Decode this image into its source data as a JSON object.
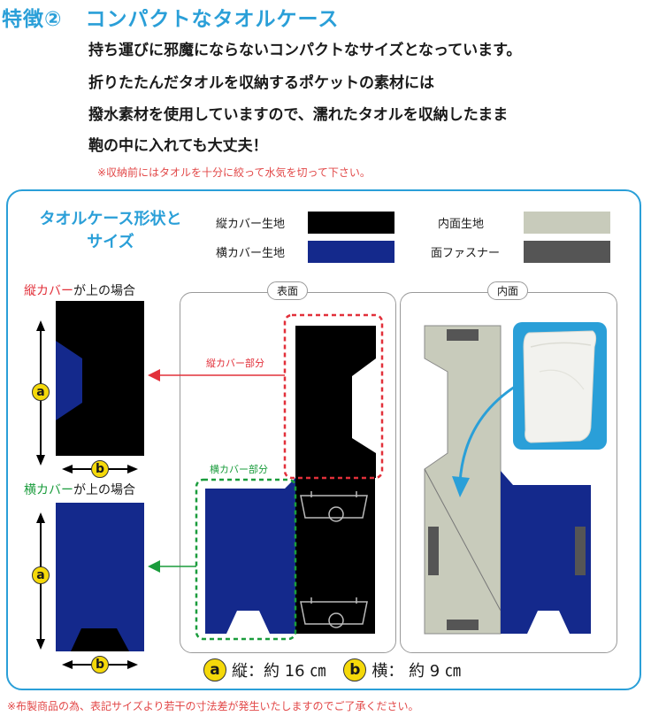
{
  "header": {
    "label": "特徴②",
    "title": "コンパクトなタオルケース"
  },
  "description": [
    "持ち運びに邪魔にならないコンパクトなサイズとなっています。",
    "折りたたんだタオルを収納するポケットの素材には",
    "撥水素材を使用していますので、濡れたタオルを収納したまま",
    "鞄の中に入れても大丈夫！"
  ],
  "note": "※収納前にはタオルを十分に絞って水気を切って下さい。",
  "diagram": {
    "title_line1": "タオルケース形状と",
    "title_line2": "サイズ",
    "legend": [
      {
        "label": "縦カバー生地",
        "color": "#000000"
      },
      {
        "label": "横カバー生地",
        "color": "#14298c"
      },
      {
        "label": "内面生地",
        "color": "#c8cbbb"
      },
      {
        "label": "面ファスナー",
        "color": "#555555"
      }
    ],
    "case_vertical": {
      "highlight": "縦カバー",
      "rest": "が上の場合",
      "highlight_color": "#e2303a"
    },
    "case_horizontal": {
      "highlight": "横カバー",
      "rest": "が上の場合",
      "highlight_color": "#1a9c3c"
    },
    "front_panel_label": "表面",
    "inner_panel_label": "内面",
    "vertical_part_label": "縦カバー部分",
    "horizontal_part_label": "横カバー部分",
    "marker_a": "a",
    "marker_b": "b"
  },
  "dimensions": {
    "a_text": "縦：約 16 ㎝",
    "b_text": "横： 約 9 ㎝"
  },
  "footnote": "※布製商品の為、表記サイズより若干の寸法差が発生いたしますのでご了承ください。"
}
